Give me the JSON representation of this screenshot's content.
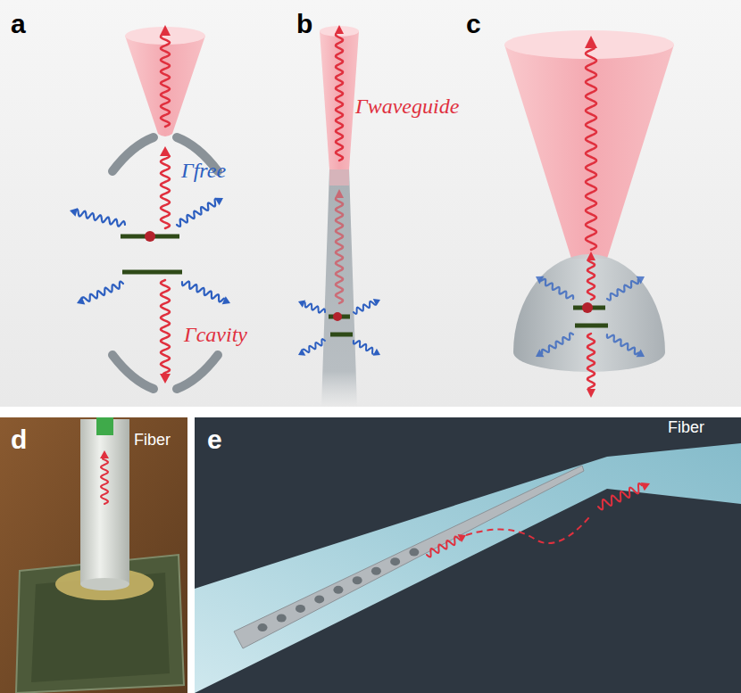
{
  "diagram": {
    "nodes": [
      {
        "text": [
          "a"
        ]
      },
      {
        "text": [
          "b"
        ]
      },
      {
        "text": [
          "c"
        ]
      },
      {
        "text": [
          "d"
        ]
      },
      {
        "text": [
          "e"
        ]
      }
    ],
    "labels": [
      "Γfree",
      "Γcavity",
      "Γwaveguide",
      "Fiber",
      "Fiber"
    ]
  }
}
